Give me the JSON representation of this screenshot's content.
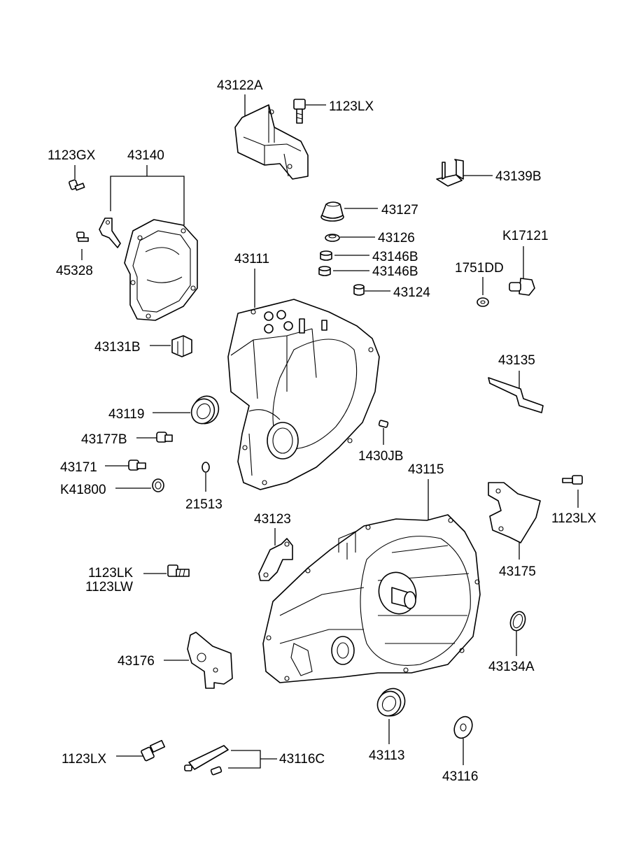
{
  "diagram": {
    "labels": [
      {
        "id": "l-43122a",
        "text": "43122A"
      },
      {
        "id": "l-1123lx-top",
        "text": "1123LX"
      },
      {
        "id": "l-1123gx",
        "text": "1123GX"
      },
      {
        "id": "l-43140",
        "text": "43140"
      },
      {
        "id": "l-43139b",
        "text": "43139B"
      },
      {
        "id": "l-43127",
        "text": "43127"
      },
      {
        "id": "l-43126",
        "text": "43126"
      },
      {
        "id": "l-k17121",
        "text": "K17121"
      },
      {
        "id": "l-45328",
        "text": "45328"
      },
      {
        "id": "l-43111",
        "text": "43111"
      },
      {
        "id": "l-43146b-1",
        "text": "43146B"
      },
      {
        "id": "l-43146b-2",
        "text": "43146B"
      },
      {
        "id": "l-1751dd",
        "text": "1751DD"
      },
      {
        "id": "l-43124",
        "text": "43124"
      },
      {
        "id": "l-43131b",
        "text": "43131B"
      },
      {
        "id": "l-43135",
        "text": "43135"
      },
      {
        "id": "l-43119",
        "text": "43119"
      },
      {
        "id": "l-43177b",
        "text": "43177B"
      },
      {
        "id": "l-1430jb",
        "text": "1430JB"
      },
      {
        "id": "l-43115",
        "text": "43115"
      },
      {
        "id": "l-43171",
        "text": "43171"
      },
      {
        "id": "l-k41800",
        "text": "K41800"
      },
      {
        "id": "l-21513",
        "text": "21513"
      },
      {
        "id": "l-1123lx-right",
        "text": "1123LX"
      },
      {
        "id": "l-43123",
        "text": "43123"
      },
      {
        "id": "l-1123lk",
        "text": "1123LK"
      },
      {
        "id": "l-1123lw",
        "text": "1123LW"
      },
      {
        "id": "l-43175",
        "text": "43175"
      },
      {
        "id": "l-43176",
        "text": "43176"
      },
      {
        "id": "l-43134a",
        "text": "43134A"
      },
      {
        "id": "l-1123lx-bottom",
        "text": "1123LX"
      },
      {
        "id": "l-43116c",
        "text": "43116C"
      },
      {
        "id": "l-43113",
        "text": "43113"
      },
      {
        "id": "l-43116",
        "text": "43116"
      }
    ]
  }
}
